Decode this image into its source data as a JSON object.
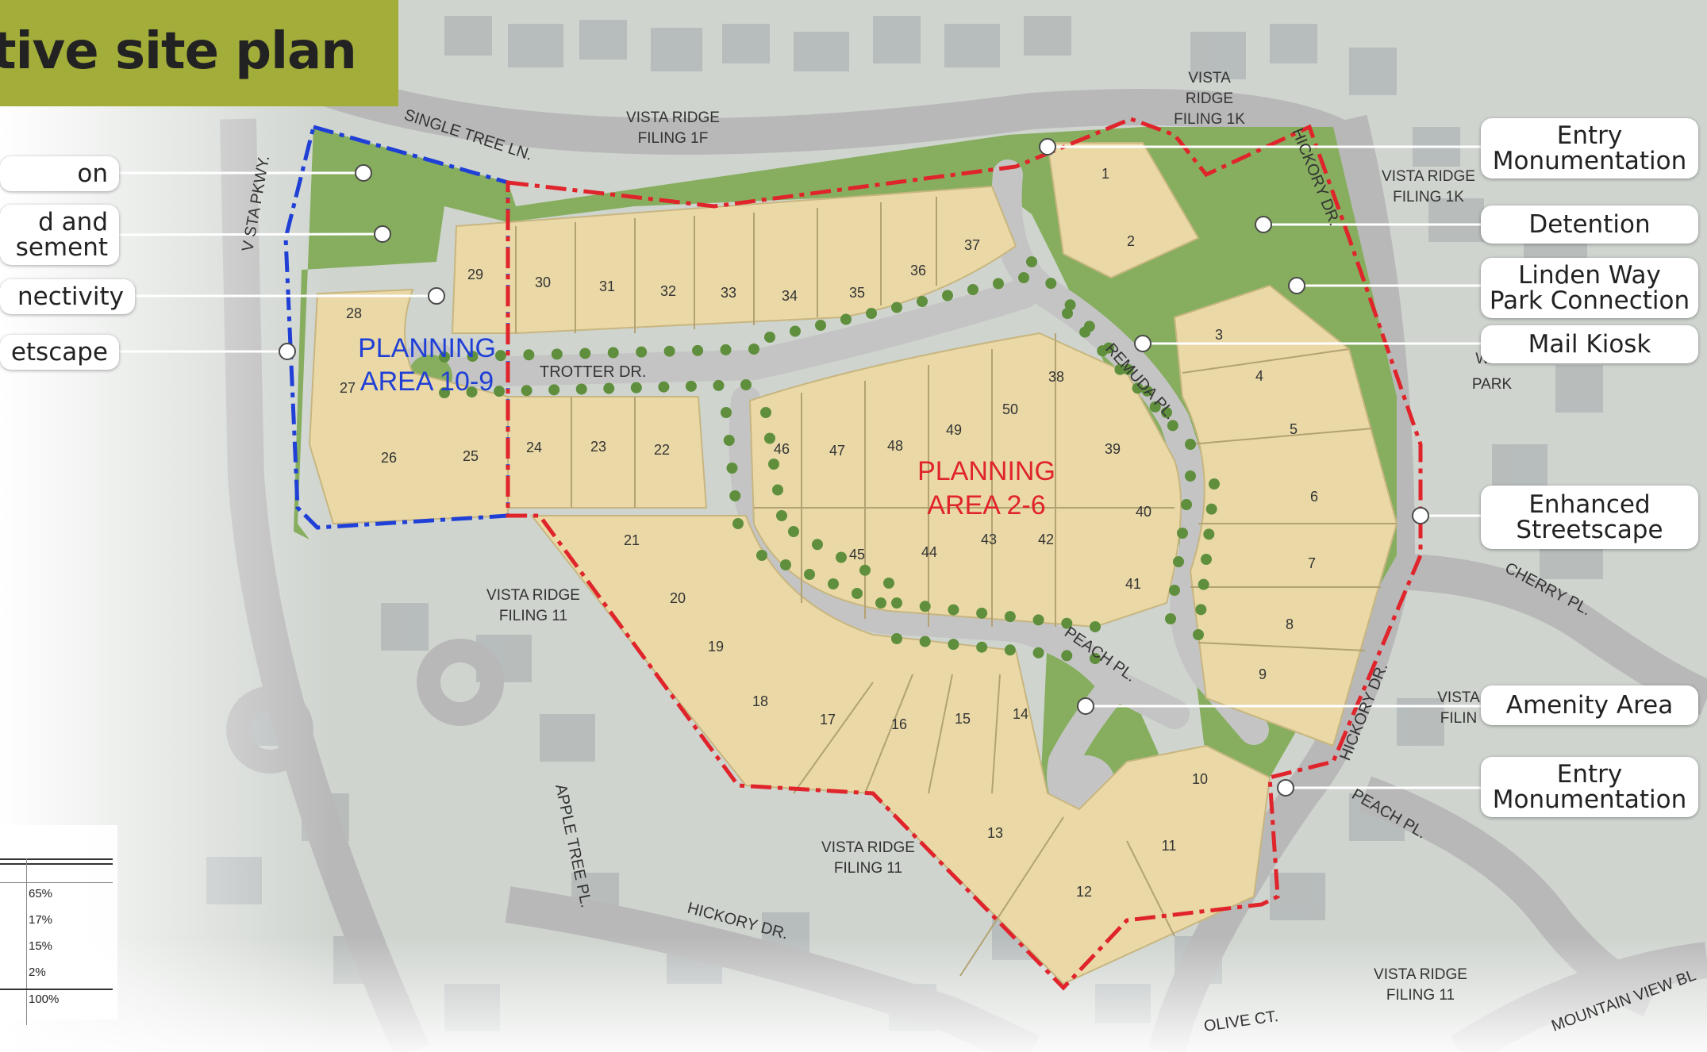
{
  "title": "tive site plan",
  "left_callouts": [
    {
      "text": "on"
    },
    {
      "text": "d and\nsement"
    },
    {
      "text": "nectivity"
    },
    {
      "text": "etscape"
    }
  ],
  "right_callouts": [
    {
      "text": "Entry\nMonumentation"
    },
    {
      "text": "Detention"
    },
    {
      "text": "Linden Way\nPark Connection"
    },
    {
      "text": "Mail Kiosk"
    },
    {
      "text": "Enhanced\nStreetscape"
    },
    {
      "text": "Amenity Area"
    },
    {
      "text": "Entry\nMonumentation"
    }
  ],
  "planning_areas": [
    {
      "line1": "PLANNING",
      "line2": "AREA 10-9",
      "color": "#1f3fd6"
    },
    {
      "line1": "PLANNING",
      "line2": "AREA 2-6",
      "color": "#e0242b"
    }
  ],
  "streets": [
    {
      "name": "SINGLE TREE LN."
    },
    {
      "name": "V STA PKWY."
    },
    {
      "name": "TROTTER DR."
    },
    {
      "name": "REMUDA PL."
    },
    {
      "name": "PEACH PL."
    },
    {
      "name": "HICKORY DR."
    },
    {
      "name": "HICKORY DR."
    },
    {
      "name": "CHERRY PL."
    },
    {
      "name": "PEACH PL."
    },
    {
      "name": "HICKORY DR."
    },
    {
      "name": "APPLE TREE PL."
    },
    {
      "name": "OLIVE CT."
    },
    {
      "name": "MOUNTAIN VIEW BL"
    }
  ],
  "subdivisions": [
    {
      "line1": "VISTA RIDGE",
      "line2": "FILING 1F"
    },
    {
      "line1": "VISTA",
      "line2": "RIDGE",
      "line3": "FILING 1K"
    },
    {
      "line1": "VISTA RIDGE",
      "line2": "FILING 1K"
    },
    {
      "line1": "VISTA RIDGE",
      "line2": "FILING 11"
    },
    {
      "line1": "VISTA RIDGE",
      "line2": "FILING 11"
    },
    {
      "line1": "VISTA RIDGE",
      "line2": "FILING 11"
    },
    {
      "line1": "VISTA",
      "line2": "FILIN"
    },
    {
      "line1": "WAY",
      "line2": "PARK"
    }
  ],
  "lots": [
    "1",
    "2",
    "3",
    "4",
    "5",
    "6",
    "7",
    "8",
    "9",
    "10",
    "11",
    "12",
    "13",
    "14",
    "15",
    "16",
    "17",
    "18",
    "19",
    "20",
    "21",
    "22",
    "23",
    "24",
    "25",
    "26",
    "27",
    "28",
    "29",
    "30",
    "31",
    "32",
    "33",
    "34",
    "35",
    "36",
    "37",
    "38",
    "39",
    "40",
    "41",
    "42",
    "43",
    "44",
    "45",
    "46",
    "47",
    "48",
    "49",
    "50"
  ],
  "legend_table": {
    "percentages": [
      "65%",
      "17%",
      "15%",
      "2%",
      "100%"
    ]
  },
  "colors": {
    "lot_fill": "#ead9a6",
    "boundary_red": "#e0242b",
    "boundary_blue": "#1f3fd6",
    "open_space": "#7fa85a",
    "road": "#bdbdbd",
    "banner": "#a3ad3a"
  }
}
